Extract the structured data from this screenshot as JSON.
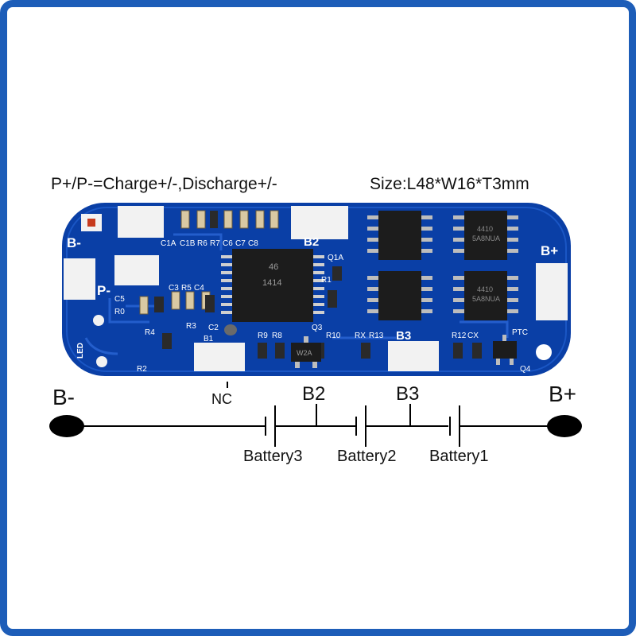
{
  "header": {
    "charge_note": "P+/P-=Charge+/-,Discharge+/-",
    "size_note": "Size:L48*W16*T3mm"
  },
  "colors": {
    "frame": "#1d5db8",
    "pcb": "#0a3fa6",
    "pad": "#f2f2f2",
    "ic": "#1c1c1c",
    "wire": "#000000"
  },
  "board": {
    "silkscreen": {
      "b_minus": "B-",
      "p_minus": "P-",
      "b2": "B2",
      "b3": "B3",
      "b_plus": "B+",
      "led": "LED",
      "c1a": "C1A",
      "c1b": "C1B",
      "r6": "R6",
      "r7": "R7",
      "c6": "C6",
      "c7": "C7",
      "c8": "C8",
      "q1a": "Q1A",
      "r1": "R1",
      "c3": "C3",
      "r5": "R5",
      "c4": "C4",
      "c5": "C5",
      "r0": "R0",
      "r4": "R4",
      "r3": "R3",
      "c2": "C2",
      "b1": "B1",
      "r2": "R2",
      "r9": "R9",
      "r8": "R8",
      "q3": "Q3",
      "r10": "R10",
      "rx": "RX",
      "r13": "R13",
      "r12": "R12",
      "cx": "CX",
      "ptc": "PTC",
      "q4": "Q4",
      "ic_marking_1": "46",
      "ic_marking_2": "1414",
      "mosfet_marking_1": "4410",
      "mosfet_marking_2": "5A8NUA",
      "q3_marking": "W2A"
    }
  },
  "diagram": {
    "b_minus": "B-",
    "b_plus": "B+",
    "nc": "NC",
    "b2": "B2",
    "b3": "B3",
    "battery3": "Battery3",
    "battery2": "Battery2",
    "battery1": "Battery1"
  }
}
